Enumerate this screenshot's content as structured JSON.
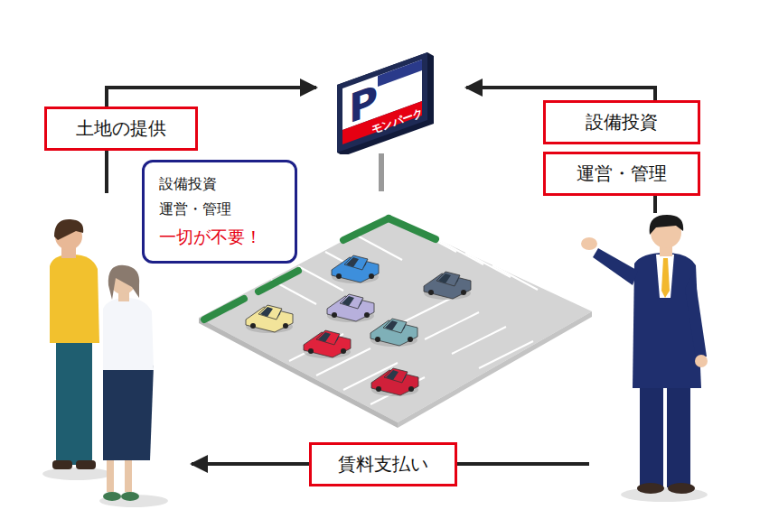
{
  "diagram": {
    "nodes": [
      {
        "text": [
          "土地の提供"
        ]
      },
      {
        "text": [
          "P",
          "モンパーク"
        ]
      },
      {
        "text": [
          "設備投資"
        ]
      },
      {
        "text": [
          "運営・管理"
        ]
      },
      {
        "text": [
          "設備投資",
          "運営・管理",
          "一切が不要！"
        ]
      },
      {
        "text": [
          "賃料支払い"
        ]
      }
    ],
    "edges": [
      {
        "from": 0,
        "to": 1,
        "arrow": "to"
      },
      {
        "from": 2,
        "to": 1,
        "arrow": "to"
      }
    ]
  }
}
